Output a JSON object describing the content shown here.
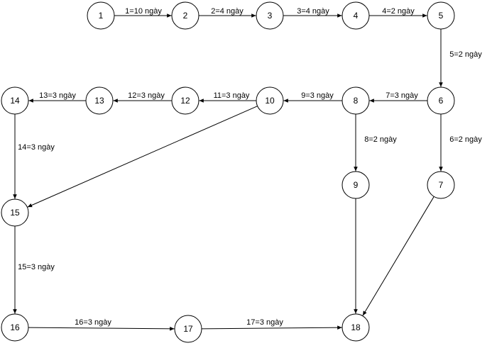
{
  "nodes": [
    {
      "id": "1",
      "label": "1"
    },
    {
      "id": "2",
      "label": "2"
    },
    {
      "id": "3",
      "label": "3"
    },
    {
      "id": "4",
      "label": "4"
    },
    {
      "id": "5",
      "label": "5"
    },
    {
      "id": "6",
      "label": "6"
    },
    {
      "id": "7",
      "label": "7"
    },
    {
      "id": "8",
      "label": "8"
    },
    {
      "id": "9",
      "label": "9"
    },
    {
      "id": "10",
      "label": "10"
    },
    {
      "id": "12",
      "label": "12"
    },
    {
      "id": "13",
      "label": "13"
    },
    {
      "id": "14",
      "label": "14"
    },
    {
      "id": "15",
      "label": "15"
    },
    {
      "id": "16",
      "label": "16"
    },
    {
      "id": "17",
      "label": "17"
    },
    {
      "id": "18",
      "label": "18"
    }
  ],
  "edges": [
    {
      "from": "1",
      "to": "2",
      "label": "1=10 ngày"
    },
    {
      "from": "2",
      "to": "3",
      "label": "2=4 ngày"
    },
    {
      "from": "3",
      "to": "4",
      "label": "3=4 ngày"
    },
    {
      "from": "4",
      "to": "5",
      "label": "4=2 ngày"
    },
    {
      "from": "5",
      "to": "6",
      "label": "5=2 ngày"
    },
    {
      "from": "6",
      "to": "8",
      "label": "7=3 ngày"
    },
    {
      "from": "6",
      "to": "7",
      "label": "6=2 ngày"
    },
    {
      "from": "8",
      "to": "10",
      "label": "9=3 ngày"
    },
    {
      "from": "8",
      "to": "9",
      "label": "8=2 ngày"
    },
    {
      "from": "10",
      "to": "12",
      "label": "11=3 ngày"
    },
    {
      "from": "12",
      "to": "13",
      "label": "12=3 ngày"
    },
    {
      "from": "13",
      "to": "14",
      "label": "13=3 ngày"
    },
    {
      "from": "14",
      "to": "15",
      "label": "14=3 ngày"
    },
    {
      "from": "10",
      "to": "15",
      "label": ""
    },
    {
      "from": "15",
      "to": "16",
      "label": "15=3 ngày"
    },
    {
      "from": "16",
      "to": "17",
      "label": "16=3 ngày"
    },
    {
      "from": "17",
      "to": "18",
      "label": "17=3 ngày"
    },
    {
      "from": "9",
      "to": "18",
      "label": ""
    },
    {
      "from": "7",
      "to": "18",
      "label": ""
    }
  ]
}
